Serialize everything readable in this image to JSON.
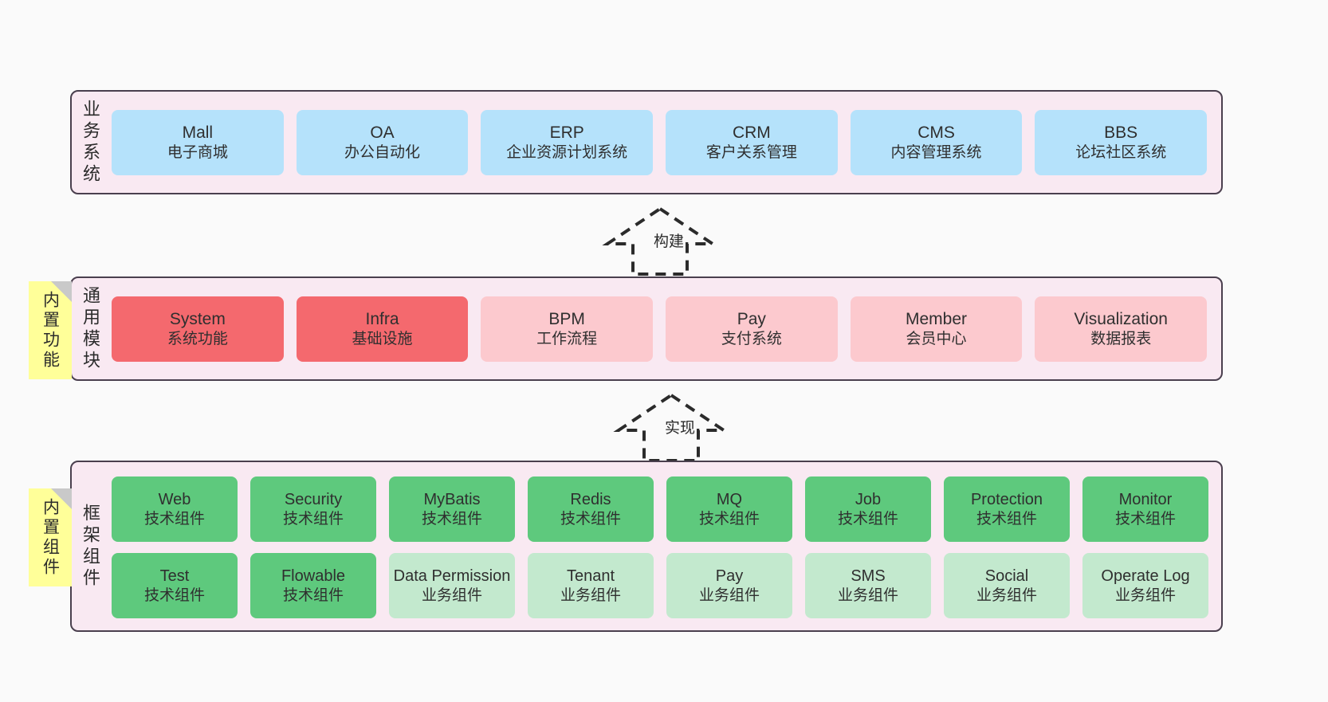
{
  "diagram": {
    "background_color": "#fafafa",
    "panel_bg": "#f9e9f2",
    "panel_border": "#4a3f4e"
  },
  "layers": [
    {
      "id": "business",
      "title": "业务系统",
      "card_color": "#b5e2fb",
      "cards": [
        {
          "title": "Mall",
          "sub": "电子商城"
        },
        {
          "title": "OA",
          "sub": "办公自动化"
        },
        {
          "title": "ERP",
          "sub": "企业资源计划系统"
        },
        {
          "title": "CRM",
          "sub": "客户关系管理"
        },
        {
          "title": "CMS",
          "sub": "内容管理系统"
        },
        {
          "title": "BBS",
          "sub": "论坛社区系统"
        }
      ]
    },
    {
      "id": "common",
      "title": "通用模块",
      "sticky": "内置功能",
      "cards": [
        {
          "title": "System",
          "sub": "系统功能",
          "color": "#f4696e"
        },
        {
          "title": "Infra",
          "sub": "基础设施",
          "color": "#f4696e"
        },
        {
          "title": "BPM",
          "sub": "工作流程",
          "color": "#fcc9ce"
        },
        {
          "title": "Pay",
          "sub": "支付系统",
          "color": "#fcc9ce"
        },
        {
          "title": "Member",
          "sub": "会员中心",
          "color": "#fcc9ce"
        },
        {
          "title": "Visualization",
          "sub": "数据报表",
          "color": "#fcc9ce"
        }
      ]
    },
    {
      "id": "framework",
      "title": "框架组件",
      "sticky": "内置组件",
      "cards": [
        {
          "title": "Web",
          "sub": "技术组件",
          "color": "#5ec97d"
        },
        {
          "title": "Security",
          "sub": "技术组件",
          "color": "#5ec97d"
        },
        {
          "title": "MyBatis",
          "sub": "技术组件",
          "color": "#5ec97d"
        },
        {
          "title": "Redis",
          "sub": "技术组件",
          "color": "#5ec97d"
        },
        {
          "title": "MQ",
          "sub": "技术组件",
          "color": "#5ec97d"
        },
        {
          "title": "Job",
          "sub": "技术组件",
          "color": "#5ec97d"
        },
        {
          "title": "Protection",
          "sub": "技术组件",
          "color": "#5ec97d"
        },
        {
          "title": "Monitor",
          "sub": "技术组件",
          "color": "#5ec97d"
        },
        {
          "title": "Test",
          "sub": "技术组件",
          "color": "#5ec97d"
        },
        {
          "title": "Flowable",
          "sub": "技术组件",
          "color": "#5ec97d"
        },
        {
          "title": "Data Permission",
          "sub": "业务组件",
          "color": "#c3e9ce"
        },
        {
          "title": "Tenant",
          "sub": "业务组件",
          "color": "#c3e9ce"
        },
        {
          "title": "Pay",
          "sub": "业务组件",
          "color": "#c3e9ce"
        },
        {
          "title": "SMS",
          "sub": "业务组件",
          "color": "#c3e9ce"
        },
        {
          "title": "Social",
          "sub": "业务组件",
          "color": "#c3e9ce"
        },
        {
          "title": "Operate Log",
          "sub": "业务组件",
          "color": "#c3e9ce"
        }
      ]
    }
  ],
  "connectors": [
    {
      "id": "build",
      "label": "构建"
    },
    {
      "id": "implement",
      "label": "实现"
    }
  ]
}
